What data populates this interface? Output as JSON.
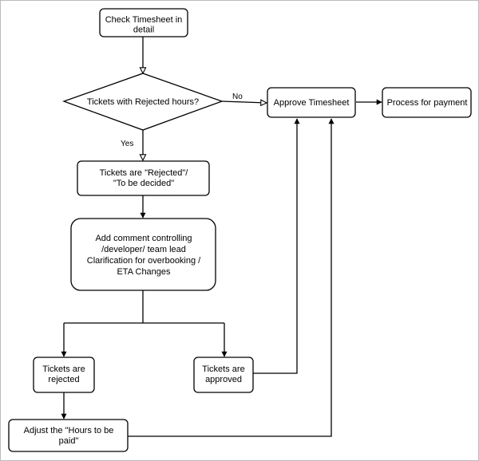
{
  "nodes": {
    "check": {
      "lines": [
        "Check Timesheet in",
        "detail"
      ]
    },
    "decision": {
      "lines": [
        "Tickets with Rejected hours?"
      ]
    },
    "approve": {
      "lines": [
        "Approve Timesheet"
      ]
    },
    "payment": {
      "lines": [
        "Process for payment"
      ]
    },
    "rtbd": {
      "lines": [
        "Tickets are \"Rejected\"/",
        "\"To be decided\""
      ]
    },
    "comment": {
      "lines": [
        "Add comment controlling",
        "/developer/ team lead",
        "Clarification for overbooking /",
        "ETA Changes"
      ]
    },
    "rejected": {
      "lines": [
        "Tickets are",
        "rejected"
      ]
    },
    "approved": {
      "lines": [
        "Tickets are",
        "approved"
      ]
    },
    "adjust": {
      "lines": [
        "Adjust the \"Hours to be",
        "paid\""
      ]
    }
  },
  "edges": {
    "no": "No",
    "yes": "Yes"
  },
  "colors": {
    "stroke": "#000000",
    "fill": "#ffffff",
    "frame": "#bbbbbb"
  }
}
